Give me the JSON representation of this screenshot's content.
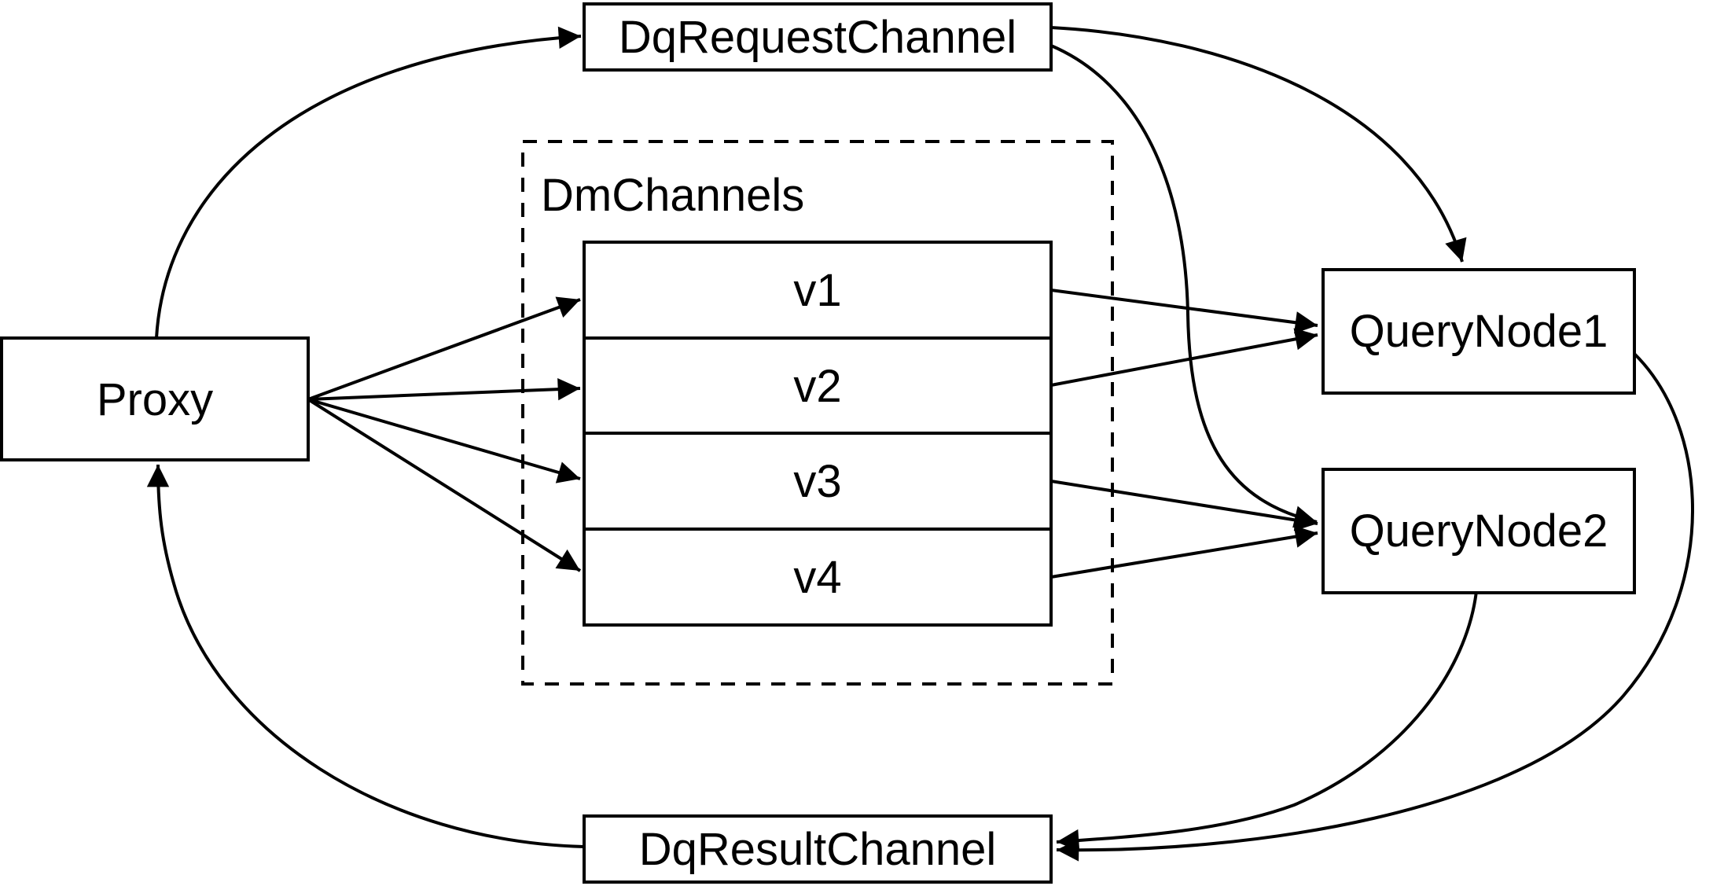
{
  "diagram": {
    "colors": {
      "stroke": "#000000",
      "background": "#ffffff"
    },
    "nodes": {
      "proxy": {
        "label": "Proxy"
      },
      "dq_request_channel": {
        "label": "DqRequestChannel"
      },
      "dm_channels": {
        "label": "DmChannels",
        "channels": [
          {
            "label": "v1"
          },
          {
            "label": "v2"
          },
          {
            "label": "v3"
          },
          {
            "label": "v4"
          }
        ]
      },
      "query_node_1": {
        "label": "QueryNode1"
      },
      "query_node_2": {
        "label": "QueryNode2"
      },
      "dq_result_channel": {
        "label": "DqResultChannel"
      }
    },
    "edges": [
      {
        "from": "Proxy",
        "to": "DqRequestChannel"
      },
      {
        "from": "DqRequestChannel",
        "to": "QueryNode1"
      },
      {
        "from": "DqRequestChannel",
        "to": "QueryNode2"
      },
      {
        "from": "Proxy",
        "to": "v1"
      },
      {
        "from": "Proxy",
        "to": "v2"
      },
      {
        "from": "Proxy",
        "to": "v3"
      },
      {
        "from": "Proxy",
        "to": "v4"
      },
      {
        "from": "v1",
        "to": "QueryNode1"
      },
      {
        "from": "v2",
        "to": "QueryNode1"
      },
      {
        "from": "v3",
        "to": "QueryNode2"
      },
      {
        "from": "v4",
        "to": "QueryNode2"
      },
      {
        "from": "QueryNode1",
        "to": "DqResultChannel"
      },
      {
        "from": "QueryNode2",
        "to": "DqResultChannel"
      },
      {
        "from": "DqResultChannel",
        "to": "Proxy"
      }
    ]
  }
}
